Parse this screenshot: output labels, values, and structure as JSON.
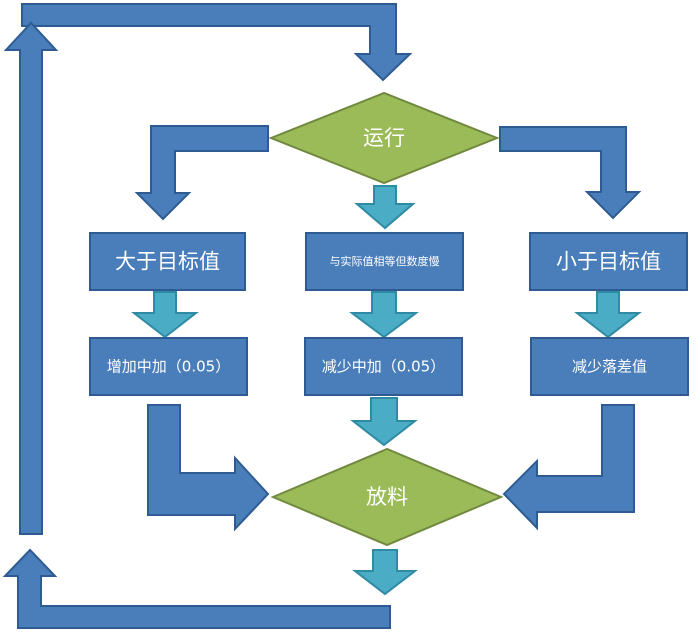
{
  "nodes": {
    "run": "运行",
    "greater": "大于目标值",
    "equal": "与实际值相等但数度慢",
    "less": "小于目标值",
    "increase": "增加中加（0.05）",
    "decrease": "减少中加（0.05）",
    "reduce_drop": "减少落差值",
    "discharge": "放料"
  },
  "colors": {
    "box_fill": "#4a7ebb",
    "diamond_fill": "#9bbb59",
    "small_arrow_fill": "#4bacc6",
    "text": "#ffffff"
  }
}
